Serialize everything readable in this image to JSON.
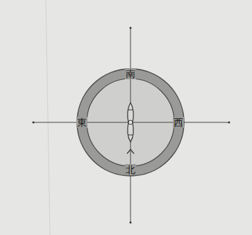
{
  "diagram": {
    "labels": [
      "南",
      "東",
      "西",
      "北"
    ]
  }
}
